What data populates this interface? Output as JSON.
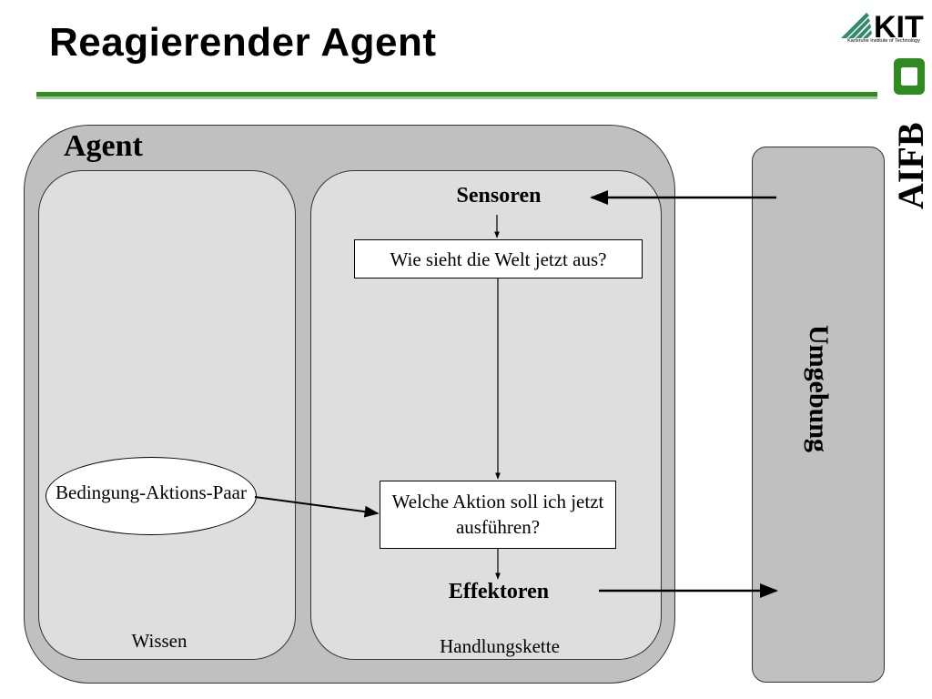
{
  "slide": {
    "title": "Reagierender Agent"
  },
  "logos": {
    "kit_text": "KIT",
    "kit_tagline": "Karlsruhe Institute of Technology",
    "aifb_text": "AIFB"
  },
  "diagram": {
    "agent_label": "Agent",
    "environment_label": "Umgebung",
    "knowledge_caption": "Wissen",
    "action_chain_caption": "Handlungskette",
    "sensors_label": "Sensoren",
    "effectors_label": "Effektoren",
    "world_question": "Wie sieht die Welt jetzt aus?",
    "action_question": "Welche Aktion soll ich jetzt ausführen?",
    "rule_label": "Bedingung-Aktions-Paar"
  },
  "colors": {
    "title_rule": "#2f8a1f",
    "outer_fill": "#c0c0c0",
    "inner_fill": "#dedede"
  }
}
